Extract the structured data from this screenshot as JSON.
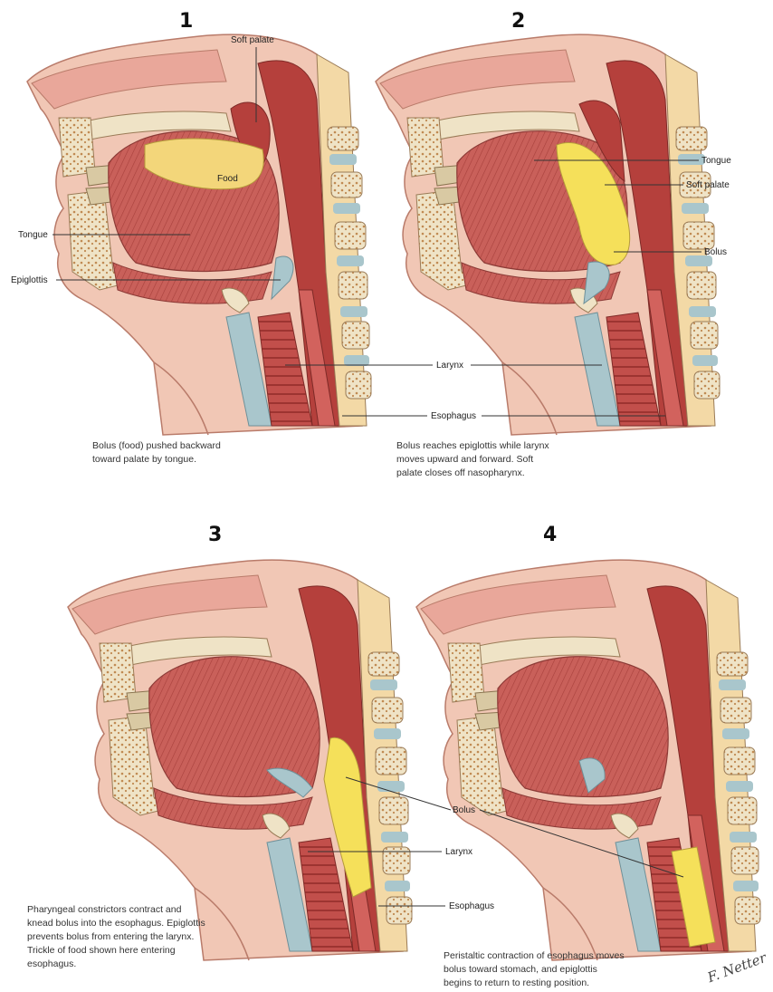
{
  "panels": [
    {
      "number": "1",
      "labels": {
        "soft_palate": "Soft palate",
        "food": "Food",
        "tongue": "Tongue",
        "epiglottis": "Epiglottis"
      },
      "caption": [
        "Bolus (food) pushed backward",
        "toward palate by tongue."
      ]
    },
    {
      "number": "2",
      "labels": {
        "tongue": "Tongue",
        "soft_palate": "Soft palate",
        "bolus": "Bolus"
      },
      "caption": [
        "Bolus reaches epiglottis while larynx",
        "moves upward and forward. Soft",
        "palate closes off nasopharynx."
      ]
    },
    {
      "number": "3",
      "caption": [
        "Pharyngeal constrictors contract and",
        "knead bolus into the esophagus. Epiglottis",
        "prevents bolus from entering the larynx.",
        "Trickle of food shown here entering",
        "esophagus."
      ]
    },
    {
      "number": "4",
      "caption": [
        "Peristaltic contraction of esophagus moves",
        "bolus toward stomach, and epiglottis",
        "begins to return to resting position."
      ]
    }
  ],
  "shared_labels": {
    "larynx_top": "Larynx",
    "esophagus_top": "Esophagus",
    "bolus_bottom": "Bolus",
    "larynx_bottom": "Larynx",
    "esophagus_bottom": "Esophagus"
  },
  "signature": "F. Netter",
  "colors": {
    "muscle": "#c9605a",
    "muscle_dark": "#a8403c",
    "tissue": "#f1c7b5",
    "bone": "#efe3c6",
    "marrow": "#c08a52",
    "fat": "#f3d67a",
    "bolus": "#f5e05a",
    "cartilage": "#a9c6cc",
    "cavity": "#8c2a2a",
    "teeth": "#d9c9a3"
  }
}
